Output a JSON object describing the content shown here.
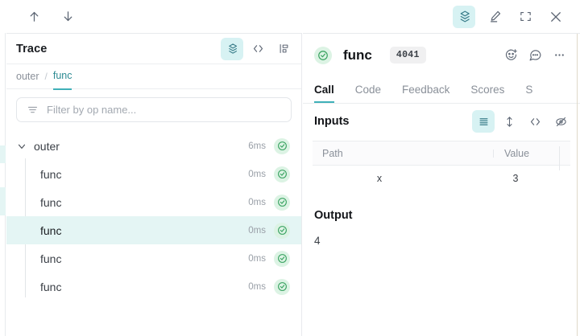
{
  "topbar": {
    "nav_up": "up-arrow",
    "nav_down": "down-arrow",
    "actions": [
      {
        "icon": "layers-icon",
        "active": true
      },
      {
        "icon": "highlighter-pen-icon",
        "active": false
      },
      {
        "icon": "fullscreen-icon",
        "active": false
      },
      {
        "icon": "close-icon",
        "active": false
      }
    ]
  },
  "trace": {
    "title": "Trace",
    "head_icons": [
      {
        "icon": "layers-icon",
        "active": true
      },
      {
        "icon": "code-icon",
        "active": false
      },
      {
        "icon": "tree-view-icon",
        "active": false
      }
    ],
    "breadcrumb": [
      {
        "label": "outer",
        "active": false
      },
      {
        "label": "func",
        "active": true
      }
    ],
    "breadcrumb_separator": "/",
    "filter": {
      "placeholder": "Filter by op name...",
      "value": "",
      "icon": "filter-icon"
    },
    "rows": [
      {
        "label": "outer",
        "duration": "6ms",
        "depth": 0,
        "expanded": true,
        "selected": false,
        "status": "success"
      },
      {
        "label": "func",
        "duration": "0ms",
        "depth": 1,
        "expanded": false,
        "selected": false,
        "status": "success"
      },
      {
        "label": "func",
        "duration": "0ms",
        "depth": 1,
        "expanded": false,
        "selected": false,
        "status": "success"
      },
      {
        "label": "func",
        "duration": "0ms",
        "depth": 1,
        "expanded": false,
        "selected": true,
        "status": "success"
      },
      {
        "label": "func",
        "duration": "0ms",
        "depth": 1,
        "expanded": false,
        "selected": false,
        "status": "success"
      },
      {
        "label": "func",
        "duration": "0ms",
        "depth": 1,
        "expanded": false,
        "selected": false,
        "status": "success"
      }
    ]
  },
  "call": {
    "status": "success",
    "title": "func",
    "badge": "4041",
    "head_icons": [
      {
        "icon": "add-reaction-icon"
      },
      {
        "icon": "comment-icon"
      },
      {
        "icon": "more-options-icon"
      }
    ],
    "tabs": [
      {
        "label": "Call",
        "active": true
      },
      {
        "label": "Code",
        "active": false
      },
      {
        "label": "Feedback",
        "active": false
      },
      {
        "label": "Scores",
        "active": false
      },
      {
        "label": "S",
        "active": false
      }
    ],
    "inputs": {
      "title": "Inputs",
      "view_icons": [
        {
          "icon": "list-view-icon",
          "active": true
        },
        {
          "icon": "expand-vertical-icon",
          "active": false
        },
        {
          "icon": "code-icon",
          "active": false
        },
        {
          "icon": "eye-off-icon",
          "active": false
        }
      ],
      "columns": [
        "Path",
        "Value"
      ],
      "rows": [
        {
          "path": "x",
          "value": "3"
        }
      ]
    },
    "output": {
      "title": "Output",
      "value": "4"
    }
  },
  "colors": {
    "accent_teal": "#3fb0b8",
    "active_bg": "#d7f2f3",
    "selected_row": "#e4f5f4",
    "success_bg": "#dcf3e4",
    "success_fg": "#34a05c",
    "text_primary": "#14161a",
    "text_muted": "#8a9099",
    "border": "#e8eaed"
  }
}
